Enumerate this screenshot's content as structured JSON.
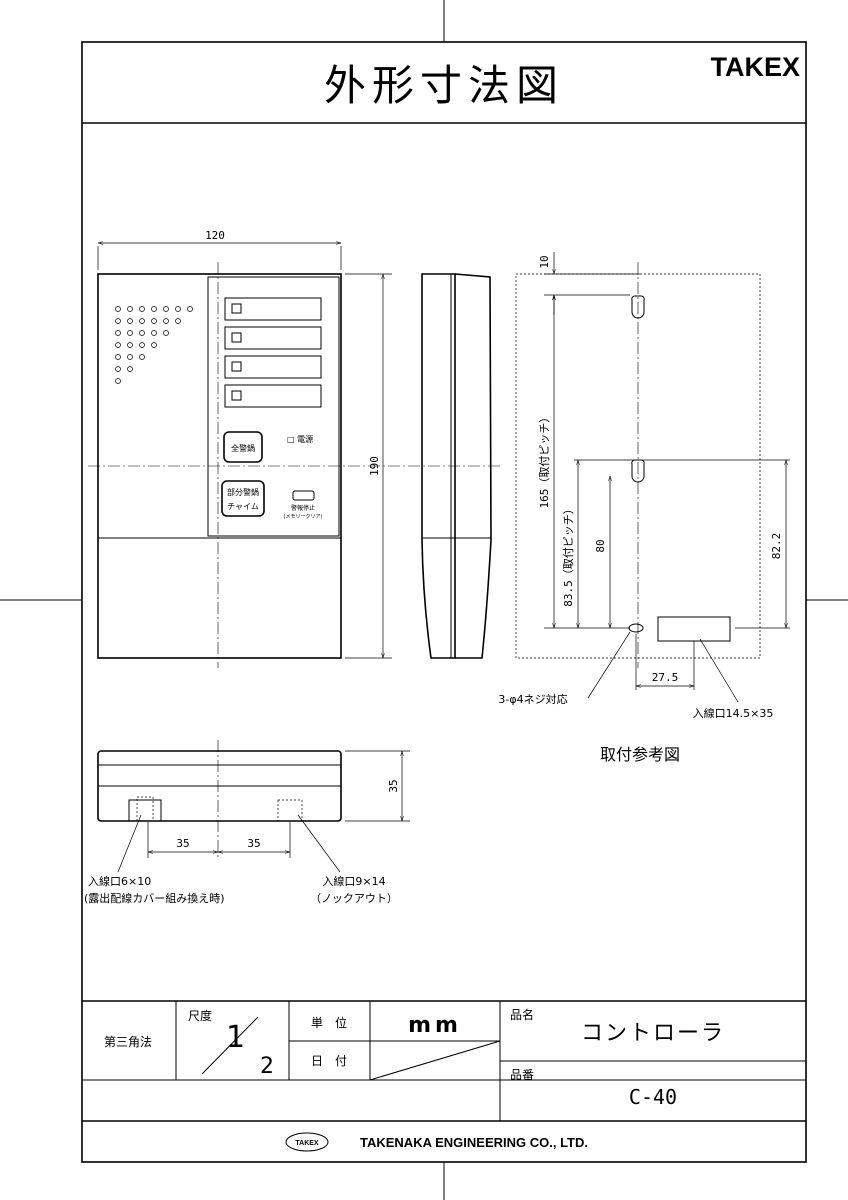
{
  "title": "外形寸法図",
  "brand": "TAKEX",
  "dimensions": {
    "width": "120",
    "height": "190",
    "depth": "35",
    "pitch_top": "10",
    "pitch_165": "165（取付ピッチ）",
    "pitch_83": "83.5（取付ピッチ）",
    "dim_80": "80",
    "dim_82": "82.2",
    "dim_27": "27.5",
    "bottom_35_a": "35",
    "bottom_35_b": "35"
  },
  "panel": {
    "btn_all": "全警鍋",
    "btn_part_1": "部分警鍋",
    "btn_part_2": "チャイム",
    "power_label": "□ 電源",
    "stop_label": "警報停止",
    "stop_sub": "(メモリークリア)",
    "indicator_glyph": "□"
  },
  "notes": {
    "screw": "3-φ4ネジ対応",
    "inlet_back": "入線口14.5×35",
    "mount_ref": "取付参考図",
    "inlet_left_1": "入線口6×10",
    "inlet_left_2": "(露出配線カバー組み換え時)",
    "inlet_right_1": "入線口9×14",
    "inlet_right_2": "（ノックアウト）"
  },
  "title_block": {
    "projection": "第三角法",
    "scale_label": "尺度",
    "scale_num": "1",
    "scale_den": "2",
    "unit_label": "単　位",
    "unit_value": "mm",
    "date_label": "日　付",
    "name_label": "品名",
    "name_value": "コントローラ",
    "code_label": "品番",
    "code_value": "C-40",
    "logo": "TAKEX",
    "company": "TAKENAKA ENGINEERING CO., LTD."
  }
}
